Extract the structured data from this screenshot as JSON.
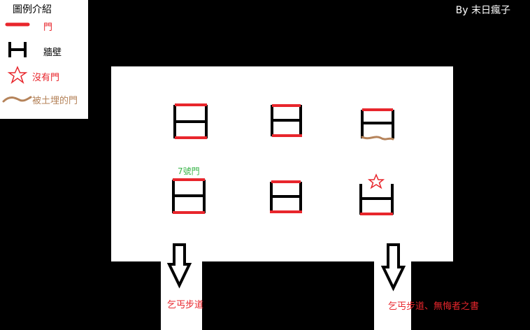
{
  "author": "By 末日瘋子",
  "legend": {
    "title": "圖例介紹",
    "door": "門",
    "wall": "牆壁",
    "no_door": "沒有門",
    "buried_door": "被土埋的門"
  },
  "door_label_7": "7號門",
  "exits": {
    "left": "乞丐步道",
    "right": "乞丐步道、無悔者之書"
  },
  "colors": {
    "door": "#e8262c",
    "wall": "#000000",
    "buried": "#b5835a",
    "label_green": "#3ab54a"
  }
}
